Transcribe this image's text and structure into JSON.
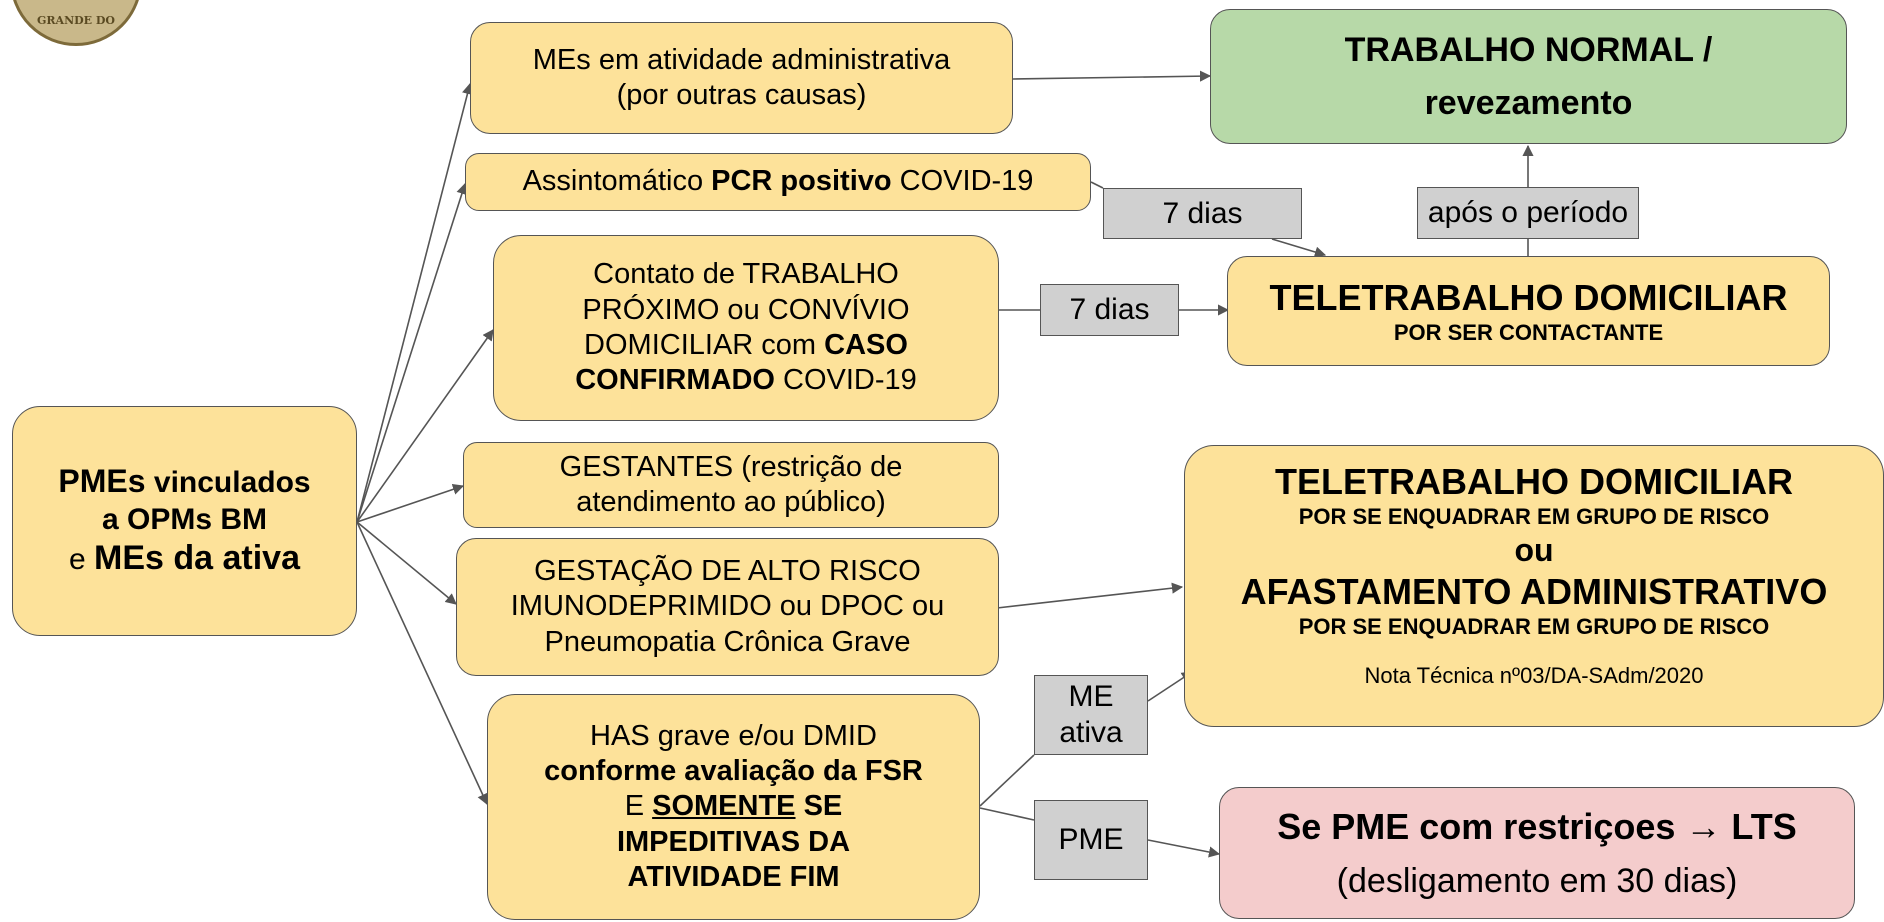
{
  "seal": {
    "text": "GRANDE DO"
  },
  "source": {
    "part1": "PMEs",
    "part2": " vinculados",
    "part3": "a OPMs BM",
    "part4": "e ",
    "part5": "MEs da ativa"
  },
  "cases": {
    "admin": {
      "line1": "MEs em atividade administrativa",
      "line2": "(por outras causas)"
    },
    "pcr": {
      "pre": "Assintomático ",
      "bold": "PCR positivo",
      "post": " COVID-19"
    },
    "contact": {
      "line1": "Contato de TRABALHO",
      "line2": "PRÓXIMO ou CONVÍVIO",
      "line3_pre": "DOMICILIAR com ",
      "line3_bold": "CASO",
      "line4_bold": "CONFIRMADO",
      "line4_post": " COVID-19"
    },
    "pregnant": {
      "line1": "GESTANTES (restrição de",
      "line2": "atendimento ao público)"
    },
    "risk": {
      "line1": "GESTAÇÃO DE ALTO RISCO",
      "line2": "IMUNODEPRIMIDO ou DPOC ou",
      "line3": "Pneumopatia Crônica Grave"
    },
    "has": {
      "line1": "HAS grave e/ou DMID",
      "line2": "conforme avaliação da FSR",
      "line3_pre": "E ",
      "line3_underline": "SOMENTE",
      "line3_post": " SE",
      "line4": "IMPEDITIVAS DA",
      "line5": "ATIVIDADE FIM"
    }
  },
  "outcomes": {
    "normal": {
      "line1": "TRABALHO NORMAL /",
      "line2": "revezamento"
    },
    "telework_contact": {
      "title": "TELETRABALHO DOMICILIAR",
      "subtitle": "POR SER CONTACTANTE"
    },
    "group_risk": {
      "title1": "TELETRABALHO DOMICILIAR",
      "sub1": "POR SE ENQUADRAR EM GRUPO DE RISCO",
      "or": "ou",
      "title2": "AFASTAMENTO ADMINISTRATIVO",
      "sub2": "POR SE ENQUADRAR EM GRUPO DE RISCO",
      "note": "Nota Técnica nº03/DA-SAdm/2020"
    },
    "lts": {
      "line1": "Se PME com restriçoes → LTS",
      "line2": "(desligamento em 30 dias)"
    }
  },
  "tags": {
    "days_pcr": "7 dias",
    "days_contact": "7 dias",
    "after_period": "após o período",
    "me_active_line1": "ME",
    "me_active_line2": "ativa",
    "pme": "PME"
  }
}
